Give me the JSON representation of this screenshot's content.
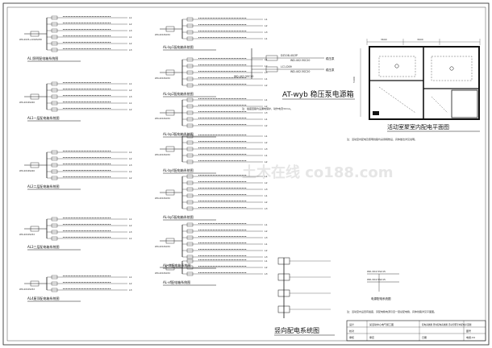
{
  "at_panel": {
    "title": "AT-wyb  稳压泵电源箱",
    "incoming": "WD-4X2.5SC20",
    "rows": [
      {
        "breaker": "DZ108-40/3P",
        "cable": "WD-4X2.5SC20"
      },
      {
        "breaker": "LC1-D09",
        "cable": "WD-4X2.5SC20"
      }
    ],
    "loads": [
      "稳压泵",
      "稳压泵"
    ]
  },
  "floor_plan": {
    "title": "活动室聚室内配电平面图",
    "dims": [
      "3600",
      "3600",
      "5400"
    ],
    "note": "注：活动室内配电及照明线路均采用暗敷设，具体做法详见说明。"
  },
  "riser_title": "竖向配电系统图",
  "diagrams": [
    {
      "title": "AL 照明配电箱系统图",
      "rows": [
        "L1",
        "L2",
        "L3",
        "L1",
        "L2",
        "L3"
      ],
      "incoming": "WD-4X25+1X16SC50"
    },
    {
      "title": "AL1一层配电箱系统图",
      "rows": [
        "L1",
        "L2",
        "L3",
        "L1",
        "L2"
      ],
      "incoming": "WD-4X16SC40"
    },
    {
      "title": "AL2二层配电箱系统图",
      "rows": [
        "L1",
        "L2",
        "L3",
        "L1",
        "L2"
      ],
      "incoming": "WD-4X16SC40"
    },
    {
      "title": "AL3三层配电箱系统图",
      "rows": [
        "L1",
        "L2",
        "L3",
        "L1"
      ],
      "incoming": "WD-4X10SC32"
    },
    {
      "title": "AL4屋顶配电箱系统图",
      "rows": [
        "L1",
        "L2",
        "L3"
      ],
      "incoming": "WD-4X10SC32"
    },
    {
      "title": "AL-by1配电箱系统图",
      "rows": [
        "L1",
        "L2",
        "L3",
        "L1"
      ],
      "incoming": "WD-4X10SC32"
    },
    {
      "title": "AL-by2配电箱系统图",
      "rows": [
        "L1",
        "L2",
        "L3",
        "L1",
        "L2"
      ],
      "incoming": "WD-4X10SC32"
    },
    {
      "title": "AL-by3配电箱系统图",
      "rows": [
        "L1",
        "L2",
        "L3",
        "L1",
        "L2"
      ],
      "incoming": "WD-4X10SC32"
    },
    {
      "title": "AL-by4配电箱系统图",
      "rows": [
        "L1",
        "L2",
        "L3",
        "L1",
        "L2"
      ],
      "incoming": "WD-4X10SC32"
    },
    {
      "title": "AL-by5配电箱系统图",
      "rows": [
        "L1",
        "L2",
        "L3",
        "L1",
        "L2",
        "L3"
      ],
      "incoming": "WD-4X10SC32"
    },
    {
      "title": "AL-dt配电箱系统图",
      "rows": [
        "L1",
        "L2",
        "L3",
        "L1",
        "L2",
        "L3"
      ],
      "incoming": "WD-4X10SC32"
    },
    {
      "title": "AL-xf配电箱系统图",
      "rows": [
        "L1",
        "L2",
        "L3"
      ],
      "incoming": "WD-4X10SC32"
    }
  ],
  "right_notes": [
    "注：活动室内设置有插座，另配电箱电源引自一层总配电箱，具体线路详见平面图。",
    "注：插座回路均设漏电保护，动作电流30mA。"
  ],
  "small_legend": {
    "title": "电源配电系统图",
    "rows": [
      "WD-3X2.5SC15",
      "WD-3X2.5SC15"
    ]
  },
  "title_block": {
    "project": "某活动中心电气施工图",
    "drawing": "配电系统图 竖向配电系统图 活动室聚室内配电平面图",
    "sheet_no": "电施-04",
    "labels": [
      "设计",
      "校对",
      "审核",
      "审定",
      "图号",
      "日期"
    ]
  },
  "watermark": "土木在线 co188.com"
}
